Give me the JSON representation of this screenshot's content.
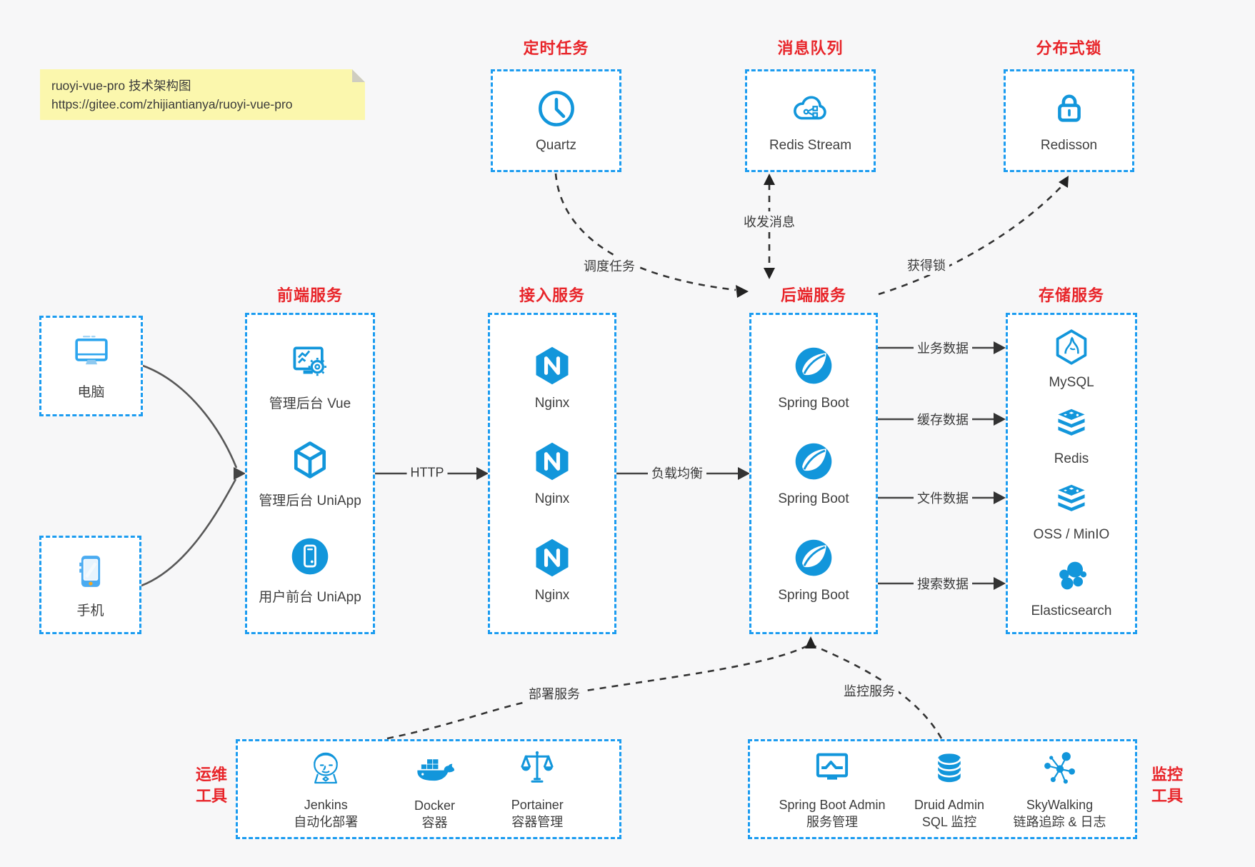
{
  "note": {
    "line1": "ruoyi-vue-pro 技术架构图",
    "line2": "https://gitee.com/zhijiantianya/ruoyi-vue-pro"
  },
  "colors": {
    "icon_blue": "#1296db",
    "border_blue": "#1c9cf0",
    "title_red": "#e8252a",
    "canvas_gray": "#f7f7f8",
    "note_yellow": "#fbf7ad"
  },
  "top_groups": [
    {
      "title": "定时任务",
      "items": [
        {
          "icon": "clock-icon",
          "label": "Quartz"
        }
      ]
    },
    {
      "title": "消息队列",
      "items": [
        {
          "icon": "cloud-mq-icon",
          "label": "Redis Stream"
        }
      ]
    },
    {
      "title": "分布式锁",
      "items": [
        {
          "icon": "lock-icon",
          "label": "Redisson"
        }
      ]
    }
  ],
  "clients": [
    {
      "icon": "desktop-icon",
      "label": "电脑"
    },
    {
      "icon": "phone-icon",
      "label": "手机"
    }
  ],
  "mid_groups": [
    {
      "title": "前端服务",
      "items": [
        {
          "icon": "admin-vue-icon",
          "label": "管理后台 Vue"
        },
        {
          "icon": "uniapp-cube-icon",
          "label": "管理后台 UniApp"
        },
        {
          "icon": "user-app-icon",
          "label": "用户前台 UniApp"
        }
      ]
    },
    {
      "title": "接入服务",
      "items": [
        {
          "icon": "nginx-icon",
          "label": "Nginx"
        },
        {
          "icon": "nginx-icon",
          "label": "Nginx"
        },
        {
          "icon": "nginx-icon",
          "label": "Nginx"
        }
      ]
    },
    {
      "title": "后端服务",
      "items": [
        {
          "icon": "spring-boot-icon",
          "label": "Spring Boot"
        },
        {
          "icon": "spring-boot-icon",
          "label": "Spring Boot"
        },
        {
          "icon": "spring-boot-icon",
          "label": "Spring Boot"
        }
      ]
    },
    {
      "title": "存储服务",
      "items": [
        {
          "icon": "mysql-icon",
          "label": "MySQL"
        },
        {
          "icon": "redis-icon",
          "label": "Redis"
        },
        {
          "icon": "oss-icon",
          "label": "OSS / MinIO"
        },
        {
          "icon": "elasticsearch-icon",
          "label": "Elasticsearch"
        }
      ]
    }
  ],
  "bottom_groups": [
    {
      "side_label_line1": "运维",
      "side_label_line2": "工具",
      "items": [
        {
          "icon": "jenkins-icon",
          "label1": "Jenkins",
          "label2": "自动化部署"
        },
        {
          "icon": "docker-icon",
          "label1": "Docker",
          "label2": "容器"
        },
        {
          "icon": "portainer-icon",
          "label1": "Portainer",
          "label2": "容器管理"
        }
      ]
    },
    {
      "side_label_line1": "监控",
      "side_label_line2": "工具",
      "items": [
        {
          "icon": "springboot-admin-icon",
          "label1": "Spring Boot Admin",
          "label2": "服务管理"
        },
        {
          "icon": "druid-icon",
          "label1": "Druid Admin",
          "label2": "SQL 监控"
        },
        {
          "icon": "skywalking-icon",
          "label1": "SkyWalking",
          "label2": "链路追踪 & 日志"
        }
      ]
    }
  ],
  "edges": {
    "http": "HTTP",
    "load_balance": "负载均衡",
    "schedule": "调度任务",
    "message": "收发消息",
    "acquire_lock": "获得锁",
    "business_data": "业务数据",
    "cache_data": "缓存数据",
    "file_data": "文件数据",
    "search_data": "搜索数据",
    "deploy": "部署服务",
    "monitor": "监控服务"
  }
}
